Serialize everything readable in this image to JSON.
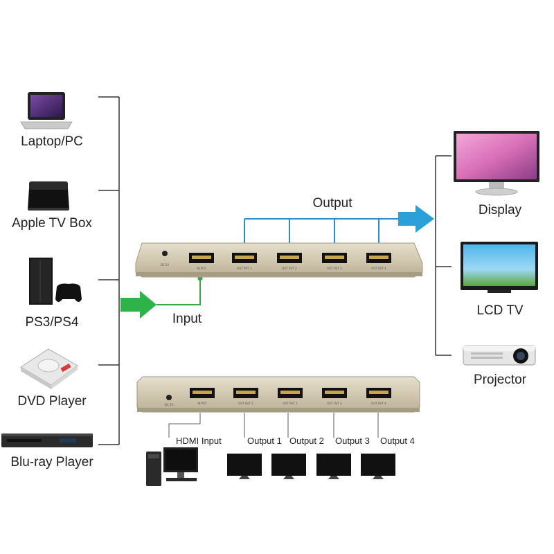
{
  "sources": [
    {
      "label": "Laptop/PC",
      "icon": "laptop-icon"
    },
    {
      "label": "Apple TV Box",
      "icon": "apple-tv-box-icon"
    },
    {
      "label": "PS3/PS4",
      "icon": "game-console-icon"
    },
    {
      "label": "DVD Player",
      "icon": "dvd-player-icon"
    },
    {
      "label": "Blu-ray Player",
      "icon": "bluray-player-icon"
    }
  ],
  "destinations": [
    {
      "label": "Display",
      "icon": "monitor-icon"
    },
    {
      "label": "LCD TV",
      "icon": "lcd-tv-icon"
    },
    {
      "label": "Projector",
      "icon": "projector-icon"
    }
  ],
  "flow": {
    "input_label": "Input",
    "output_label": "Output"
  },
  "splitter_ports": {
    "power": "DC 5V",
    "input": "IN PUT",
    "outputs": [
      "OUT PUT 1",
      "OUT PUT 2",
      "OUT PUT 3",
      "OUT PUT 4"
    ]
  },
  "bottom_labels": {
    "input": "HDMI Input",
    "outputs": [
      "Output 1",
      "Output 2",
      "Output 3",
      "Output 4"
    ]
  },
  "colors": {
    "input_arrow": "#2db34a",
    "output_arrow": "#2a9fd8",
    "output_lines": "#2a8fc8",
    "input_line": "#3aa64a",
    "splitter_body": "#d4cbb4"
  }
}
